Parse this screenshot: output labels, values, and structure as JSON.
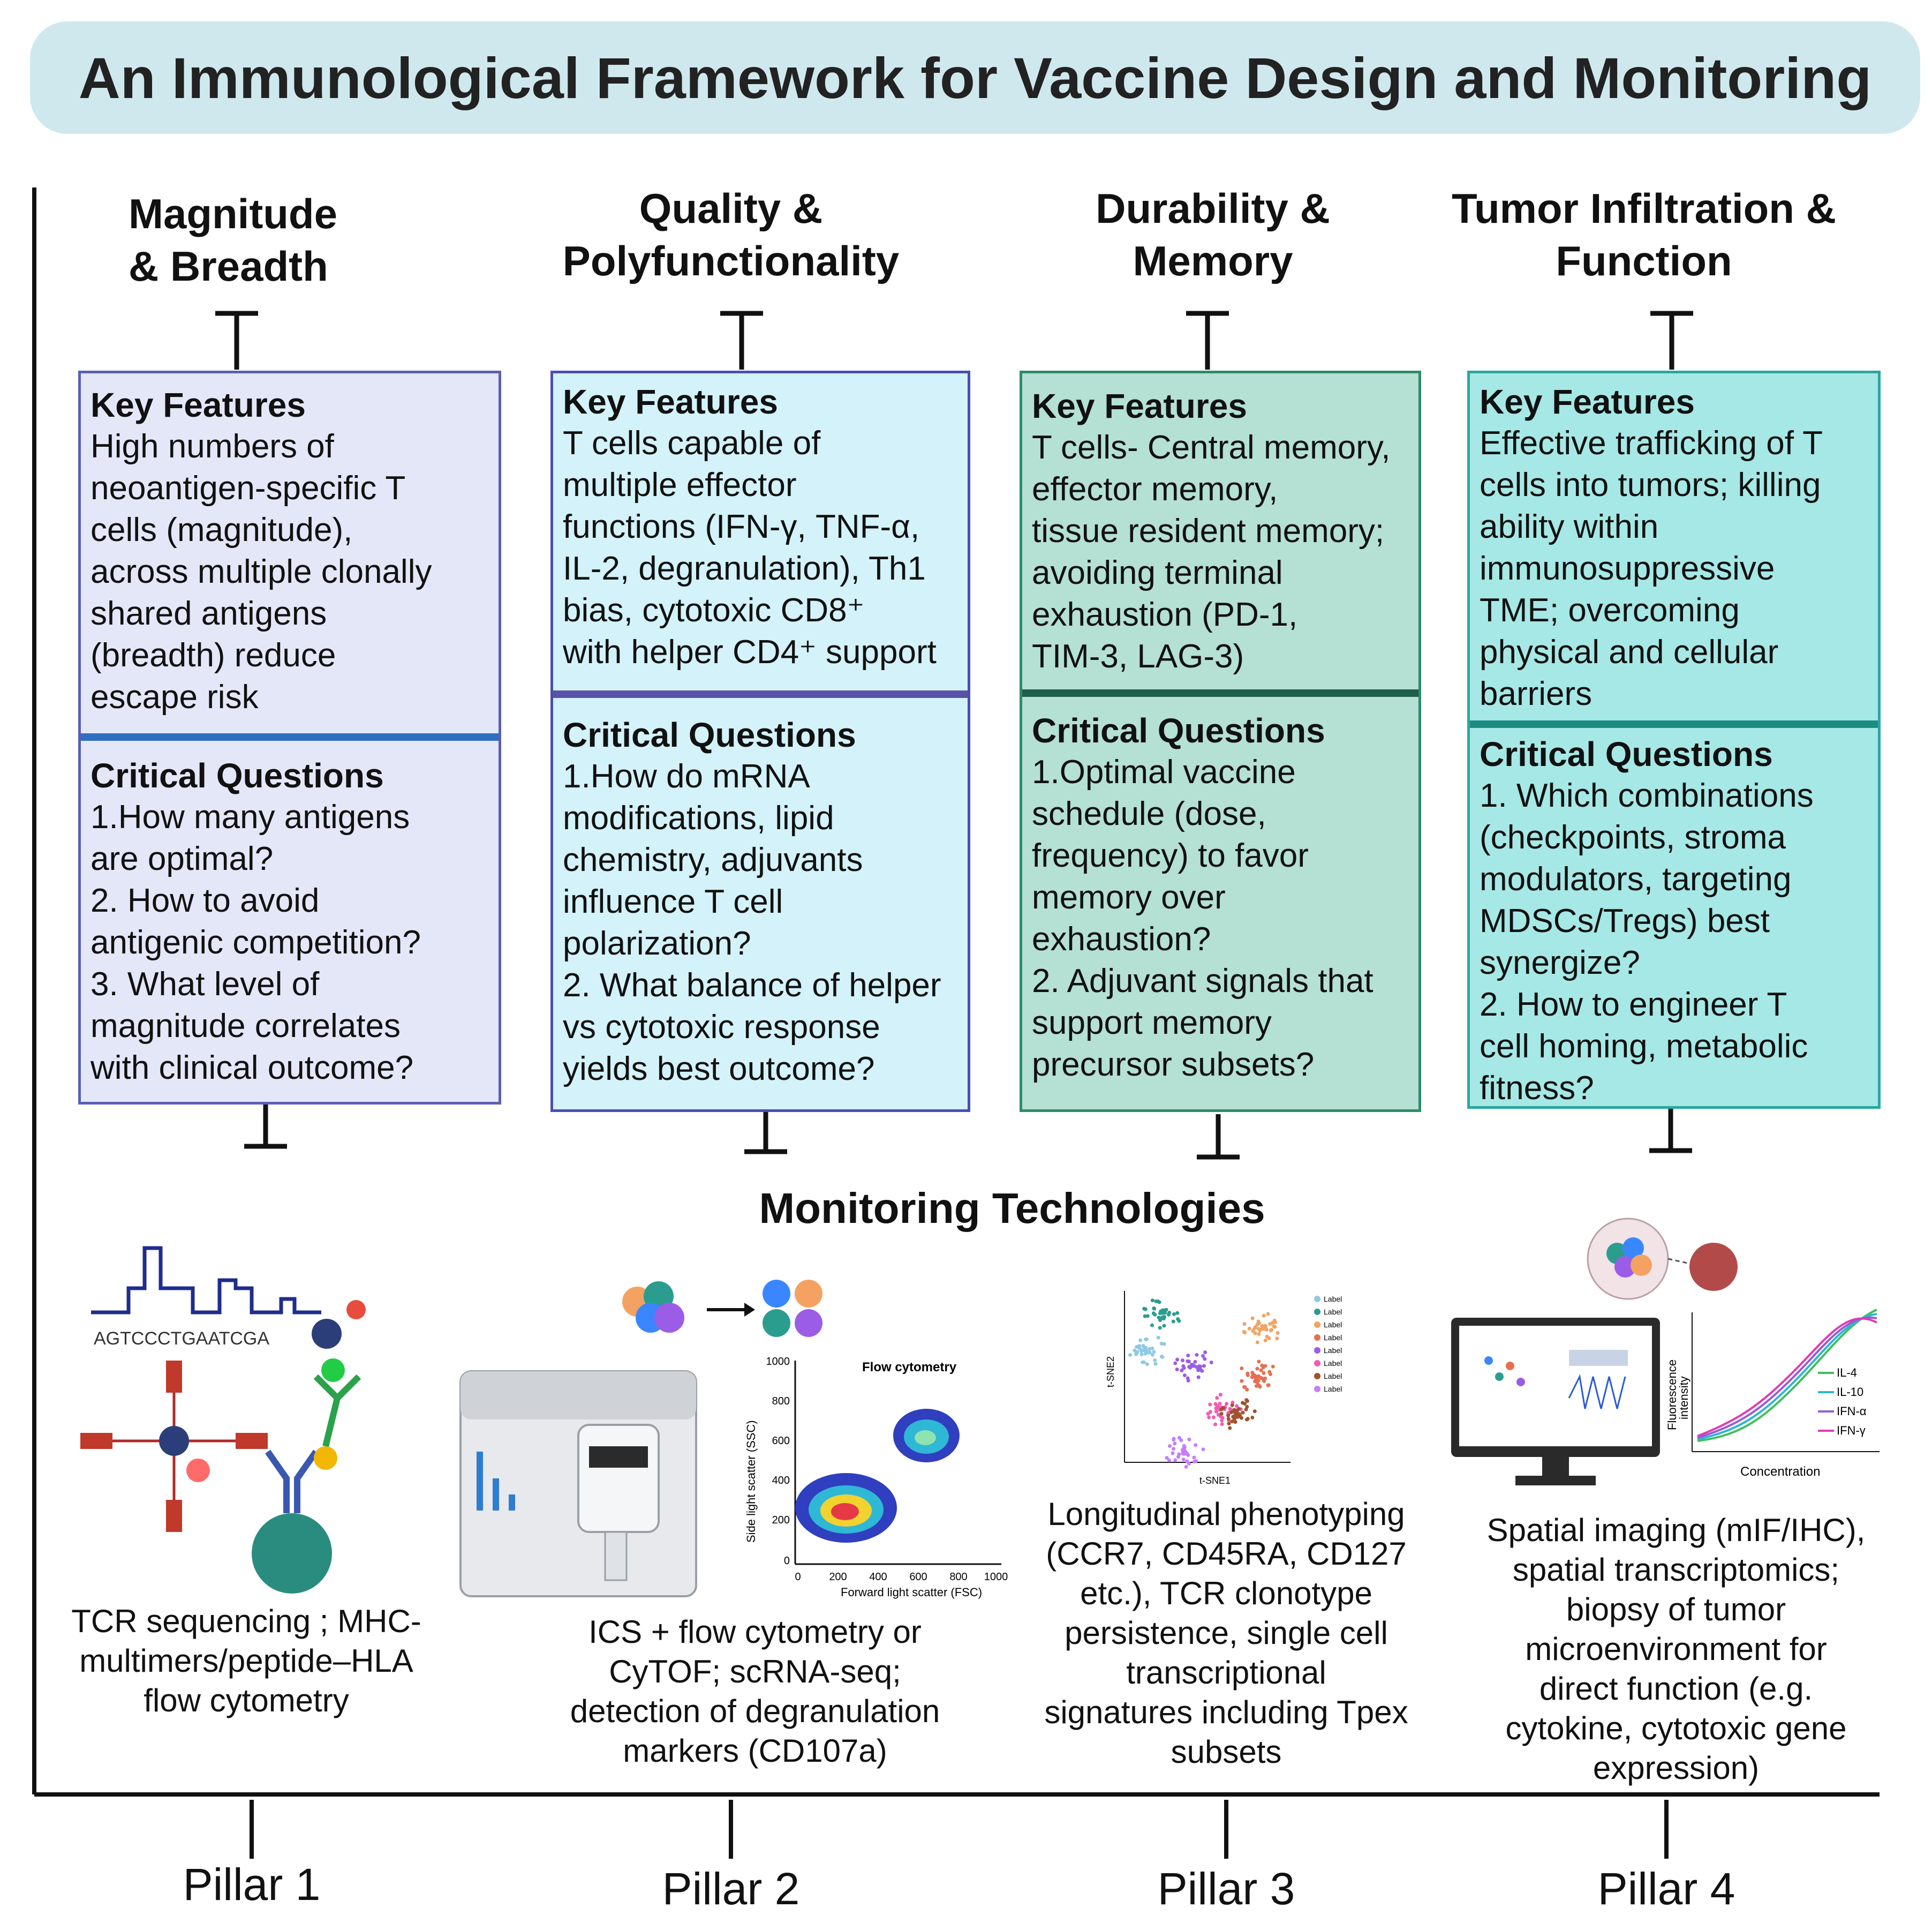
{
  "title": "An Immunological Framework for Vaccine Design and Monitoring",
  "pillars": [
    {
      "title_line1": "Magnitude",
      "title_line2": "& Breadth",
      "key_heading": "Key Features",
      "key_text": "High numbers of\nneoantigen-specific   T\ncells (magnitude),\nacross multiple clonally\nshared antigens\n(breadth)   reduce\nescape risk",
      "q_heading": "Critical Questions",
      "q_text": "1.How many antigens\nare optimal?\n2. How   to avoid\nantigenic competition?\n3. What level of\nmagnitude correlates\nwith   clinical outcome?",
      "monitor_text": "TCR sequencing ; MHC-\nmultimers/peptide–HLA\nflow cytometry",
      "label": "Pillar 1",
      "card_bg": "#e4e7f8",
      "card_border": "#5a5fb5",
      "divider_color": "#2f6fc0"
    },
    {
      "title_line1": "Quality &",
      "title_line2": "Polyfunctionality",
      "key_heading": "Key Features",
      "key_text": "T cells capable of\nmultiple   effector\nfunctions (IFN-γ, TNF-α,\nIL-2, degranulation), Th1\nbias, cytotoxic   CD8⁺\nwith helper CD4⁺ support",
      "q_heading": "Critical Questions",
      "q_text": "1.How do mRNA\nmodifications, lipid\nchemistry, adjuvants\ninfluence T cell\npolarization?\n2. What balance of helper\nvs   cytotoxic response\nyields best outcome?",
      "monitor_text": "ICS + flow cytometry or\nCyTOF;   scRNA-seq;\ndetection of degranulation\nmarkers (CD107a)",
      "label": "Pillar 2",
      "card_bg": "#d3f2fa",
      "card_border": "#4a4fb0",
      "divider_color": "#5a52a8"
    },
    {
      "title_line1": "Durability &",
      "title_line2": "Memory",
      "key_heading": "Key Features",
      "key_text": "T cells- Central memory,\neffector   memory,\ntissue resident memory;\navoiding terminal\nexhaustion   (PD-1,\nTIM-3, LAG-3)",
      "q_heading": "Critical Questions",
      "q_text": "1.Optimal vaccine\nschedule (dose,\nfrequency) to favor\nmemory over\nexhaustion?\n2. Adjuvant signals that\nsupport memory\nprecursor subsets?",
      "monitor_text": "Longitudinal phenotyping\n(CCR7,   CD45RA, CD127\netc.), TCR clonotype\npersistence, single cell\ntranscriptional\nsignatures including Tpex\nsubsets",
      "label": "Pillar 3",
      "card_bg": "#b5e0d4",
      "card_border": "#2f8a6a",
      "divider_color": "#1d5f4a"
    },
    {
      "title_line1": "Tumor Infiltration &",
      "title_line2": "Function",
      "key_heading": "Key Features",
      "key_text": "Effective trafficking of T\ncells into tumors; killing\nability within\nimmunosuppressive\nTME; overcoming\nphysical and cellular\nbarriers",
      "q_heading": "Critical Questions",
      "q_text": "1. Which combinations\n(checkpoints, stroma\nmodulators, targeting\nMDSCs/Tregs) best\nsynergize?\n2. How to engineer T\ncell homing, metabolic\nfitness?",
      "monitor_text": "Spatial imaging (mIF/IHC),\nspatial transcriptomics;\nbiopsy of tumor\nmicroenvironment for\ndirect function (e.g.\ncytokine, cytotoxic gene\nexpression)",
      "label": "Pillar 4",
      "card_bg": "#a6e8e6",
      "card_border": "#2aa7a0",
      "divider_color": "#1b8c84"
    }
  ],
  "monitoring_title": "Monitoring Technologies",
  "illustrations": {
    "dna_sequence": "AGTCCCTGAATCGA",
    "flow_title": "Flow cytometry",
    "flow_xlabel": "Forward light scatter (FSC)",
    "flow_ylabel": "Side light scatter (SSC)",
    "flow_yticks": [
      "1000",
      "800",
      "600",
      "400",
      "200",
      "0"
    ],
    "flow_xticks": [
      "0",
      "200",
      "400",
      "600",
      "800",
      "1000"
    ],
    "tsne_xlabel": "t-SNE1",
    "tsne_ylabel": "t-SNE2",
    "tsne_legend": [
      "Label",
      "Label",
      "Label",
      "Label",
      "Label",
      "Label",
      "Label",
      "Label"
    ],
    "tsne_colors": [
      "#8ecae6",
      "#2a9d8f",
      "#f4a261",
      "#e76f51",
      "#9b5de5",
      "#f15bb5",
      "#a0522d",
      "#c77dff"
    ],
    "fluor_ylabel_1": "Fluorescence",
    "fluor_ylabel_2": "intensity",
    "fluor_xlabel": "Concentration",
    "fluor_series": [
      {
        "name": "IL-4",
        "color": "#3fbf5a"
      },
      {
        "name": "IL-10",
        "color": "#2ab7d6"
      },
      {
        "name": "IFN-α",
        "color": "#9a5ad6"
      },
      {
        "name": "IFN-γ",
        "color": "#e03ab4"
      }
    ]
  }
}
